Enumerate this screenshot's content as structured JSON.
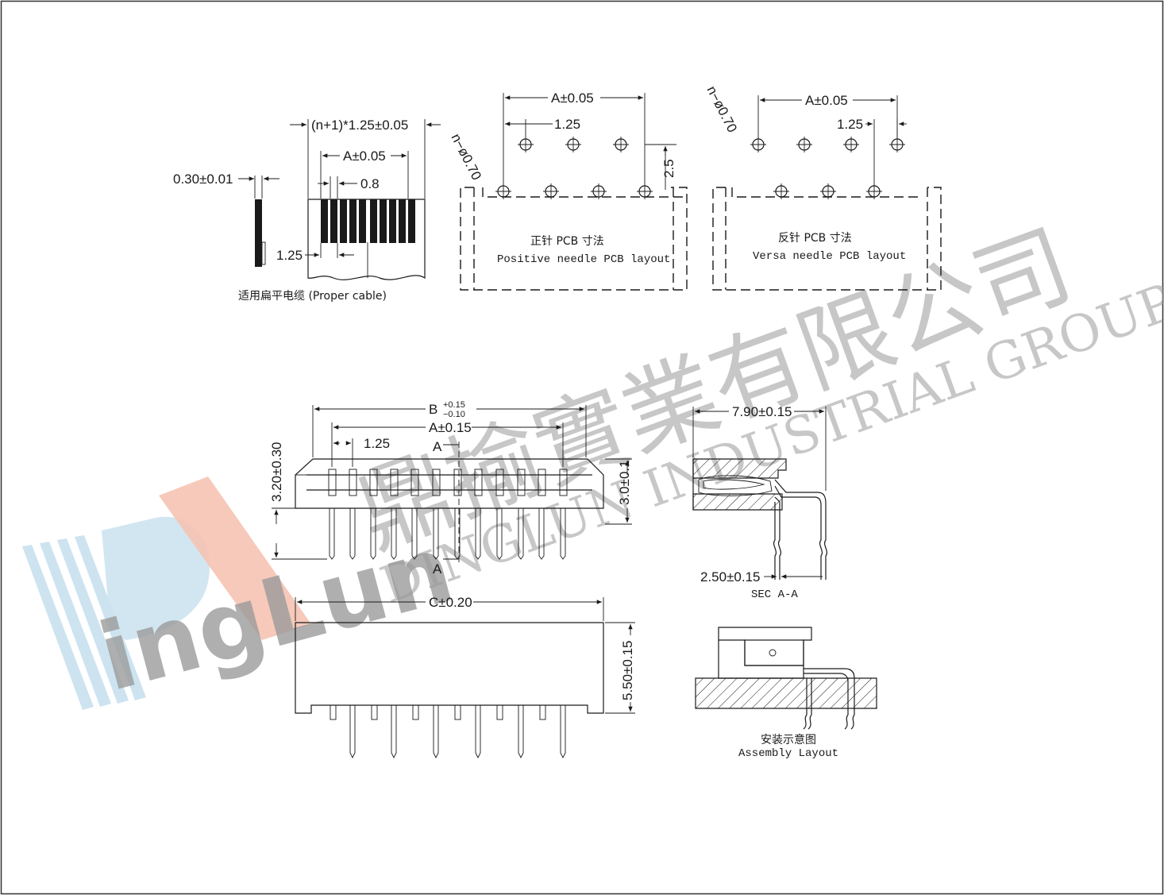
{
  "cable_view": {
    "pitch_total_label": "(n+1)*1.25±0.05",
    "span_label": "A±0.05",
    "conductor_width_label": "0.8",
    "thickness_label": "0.30±0.01",
    "pitch_label": "1.25",
    "caption": "适用扁平电缆 (Proper cable)"
  },
  "positive_layout": {
    "span_label": "A±0.05",
    "pitch_label": "1.25",
    "hole_label": "n−ø0.70",
    "row_offset_label": "2.5",
    "caption_cn": "正针 PCB 寸法",
    "caption_en": "Positive needle PCB layout"
  },
  "versa_layout": {
    "hole_label": "n−ø0.70",
    "span_label": "A±0.05",
    "pitch_label": "1.25",
    "caption_cn": "反针 PCB 寸法",
    "caption_en": "Versa needle PCB layout"
  },
  "front_view": {
    "overall_label": "B",
    "tol_upper": "+0.15",
    "tol_lower": "−0.10",
    "span_label": "A±0.15",
    "pitch_label": "1.25",
    "height_label": "3.20±0.30",
    "body_height_label": "3.0±0.1",
    "section_marker_top": "A",
    "section_marker_bottom": "A"
  },
  "bottom_view": {
    "width_label": "C±0.20",
    "height_label": "5.50±0.15"
  },
  "section_view": {
    "depth_label": "7.90±0.15",
    "lead_label": "2.50±0.15",
    "caption": "SEC A-A"
  },
  "assembly": {
    "caption_cn": "安装示意图",
    "caption_en": "Assembly Layout"
  },
  "watermark": {
    "company_cn": "鼎揄實業有限公司",
    "company_en": "DINGLUN INDUSTRIAL GROUP.",
    "logo_text": "ingLun",
    "colors": {
      "accent_pink": "#f5c3b3",
      "accent_blue": "#cde3f0",
      "watermark_gray": "#9a9a9a"
    }
  }
}
